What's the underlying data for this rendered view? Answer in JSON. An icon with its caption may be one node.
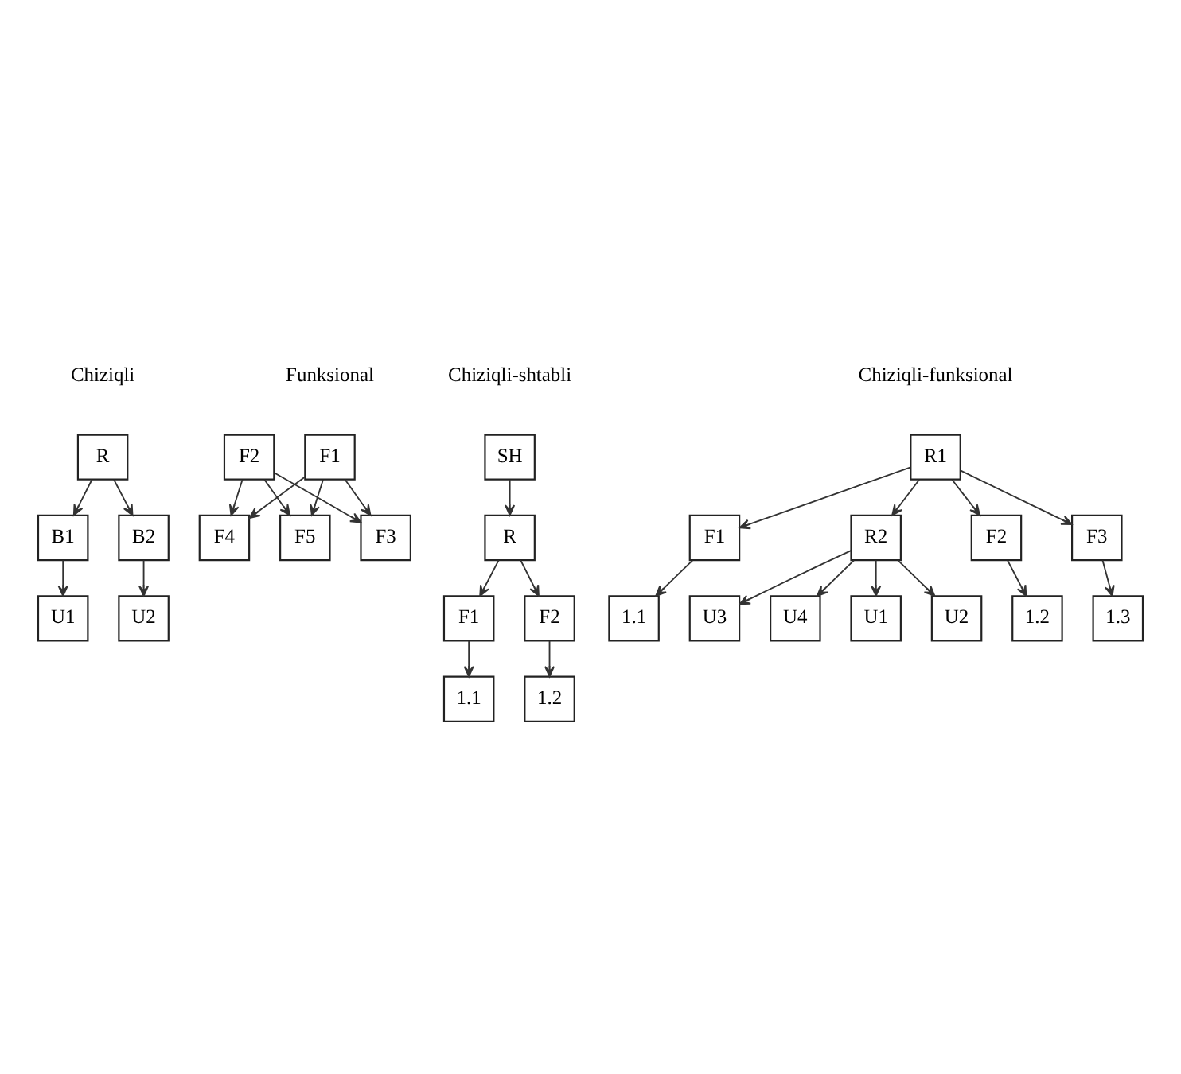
{
  "diagram": {
    "nodes": [
      {
        "text": [
          "R"
        ]
      },
      {
        "text": [
          "B1"
        ]
      },
      {
        "text": [
          "B2"
        ]
      },
      {
        "text": [
          "U1"
        ]
      },
      {
        "text": [
          "U2"
        ]
      },
      {
        "text": [
          "F1"
        ]
      },
      {
        "text": [
          "F2"
        ]
      },
      {
        "text": [
          "F3"
        ]
      },
      {
        "text": [
          "F4"
        ]
      },
      {
        "text": [
          "F5"
        ]
      },
      {
        "text": [
          "SH"
        ]
      },
      {
        "text": [
          "R"
        ]
      },
      {
        "text": [
          "F1"
        ]
      },
      {
        "text": [
          "F2"
        ]
      },
      {
        "text": [
          "1.1"
        ]
      },
      {
        "text": [
          "1.2"
        ]
      },
      {
        "text": [
          "R1"
        ]
      },
      {
        "text": [
          "F1"
        ]
      },
      {
        "text": [
          "R2"
        ]
      },
      {
        "text": [
          "F2"
        ]
      },
      {
        "text": [
          "F3"
        ]
      },
      {
        "text": [
          "1.1"
        ]
      },
      {
        "text": [
          "1.2"
        ]
      },
      {
        "text": [
          "1.3"
        ]
      },
      {
        "text": [
          "U1"
        ]
      },
      {
        "text": [
          "U2"
        ]
      },
      {
        "text": [
          "U3"
        ]
      },
      {
        "text": [
          "U4"
        ]
      }
    ],
    "edges": [
      {
        "from": 0,
        "to": 1,
        "arrow": "to"
      },
      {
        "from": 0,
        "to": 2,
        "arrow": "to"
      },
      {
        "from": 1,
        "to": 3,
        "arrow": "to"
      },
      {
        "from": 2,
        "to": 4,
        "arrow": "to"
      },
      {
        "from": 5,
        "to": 7,
        "arrow": "to"
      },
      {
        "from": 5,
        "to": 8,
        "arrow": "to"
      },
      {
        "from": 5,
        "to": 9,
        "arrow": "to"
      },
      {
        "from": 6,
        "to": 7,
        "arrow": "to"
      },
      {
        "from": 6,
        "to": 8,
        "arrow": "to"
      },
      {
        "from": 6,
        "to": 9,
        "arrow": "to"
      },
      {
        "from": 10,
        "to": 11,
        "arrow": "to"
      },
      {
        "from": 11,
        "to": 12,
        "arrow": "to"
      },
      {
        "from": 11,
        "to": 13,
        "arrow": "to"
      },
      {
        "from": 12,
        "to": 14,
        "arrow": "to"
      },
      {
        "from": 13,
        "to": 15,
        "arrow": "to"
      },
      {
        "from": 16,
        "to": 17,
        "arrow": "to"
      },
      {
        "from": 16,
        "to": 18,
        "arrow": "to"
      },
      {
        "from": 16,
        "to": 19,
        "arrow": "to"
      },
      {
        "from": 16,
        "to": 20,
        "arrow": "to"
      },
      {
        "from": 17,
        "to": 21,
        "arrow": "to"
      },
      {
        "from": 19,
        "to": 22,
        "arrow": "to"
      },
      {
        "from": 20,
        "to": 23,
        "arrow": "to"
      },
      {
        "from": 18,
        "to": 24,
        "arrow": "to"
      },
      {
        "from": 18,
        "to": 25,
        "arrow": "to"
      },
      {
        "from": 18,
        "to": 26,
        "arrow": "to"
      },
      {
        "from": 18,
        "to": 27,
        "arrow": "to"
      }
    ],
    "labels": [
      "Chiziqli",
      "Funksional",
      "Chiziqli-shtabli",
      "Chiziqli-funksional"
    ]
  }
}
